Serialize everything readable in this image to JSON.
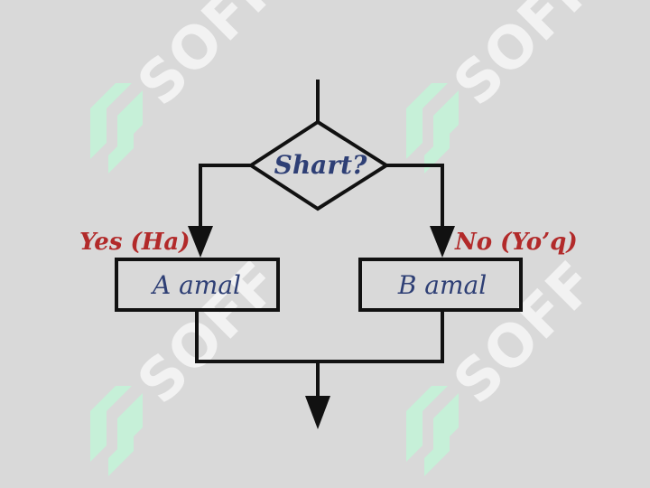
{
  "watermark": {
    "text": "SOFF",
    "icon": "soff-logo-icon"
  },
  "flowchart": {
    "decision": {
      "label": "Shart?"
    },
    "yes_branch": {
      "label": "Yes (Ha)"
    },
    "no_branch": {
      "label": "No (Yo’q)"
    },
    "action_a": {
      "label": "A amal"
    },
    "action_b": {
      "label": "B amal"
    }
  },
  "colors": {
    "background": "#d9d9d9",
    "lines": "#111111",
    "node_text": "#2e3f75",
    "branch_label": "#b22a2a",
    "watermark_logo": "#c6f0d8",
    "watermark_text": "#f2f2f2"
  }
}
